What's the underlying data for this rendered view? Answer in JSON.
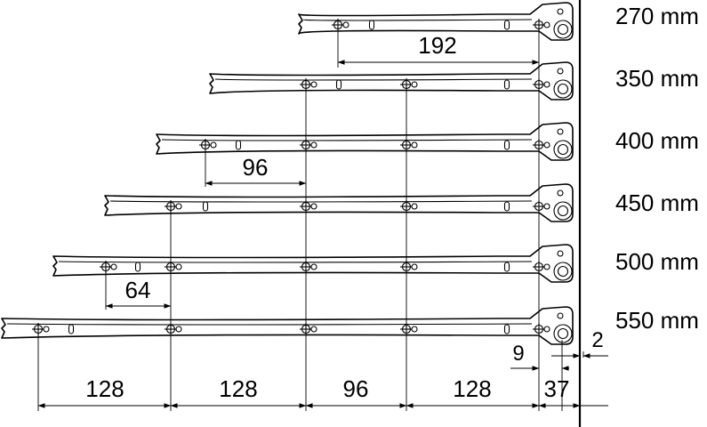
{
  "rails": [
    {
      "length_label": "270 mm"
    },
    {
      "length_label": "350 mm"
    },
    {
      "length_label": "400 mm"
    },
    {
      "length_label": "450 mm"
    },
    {
      "length_label": "500 mm"
    },
    {
      "length_label": "550 mm"
    }
  ],
  "dimensions": {
    "top_span": "192",
    "mid_span": "96",
    "lower_span": "64",
    "bottom": [
      "128",
      "128",
      "96",
      "128"
    ],
    "front_gap": "9",
    "rear_offset": "37",
    "wall_gap": "2"
  }
}
